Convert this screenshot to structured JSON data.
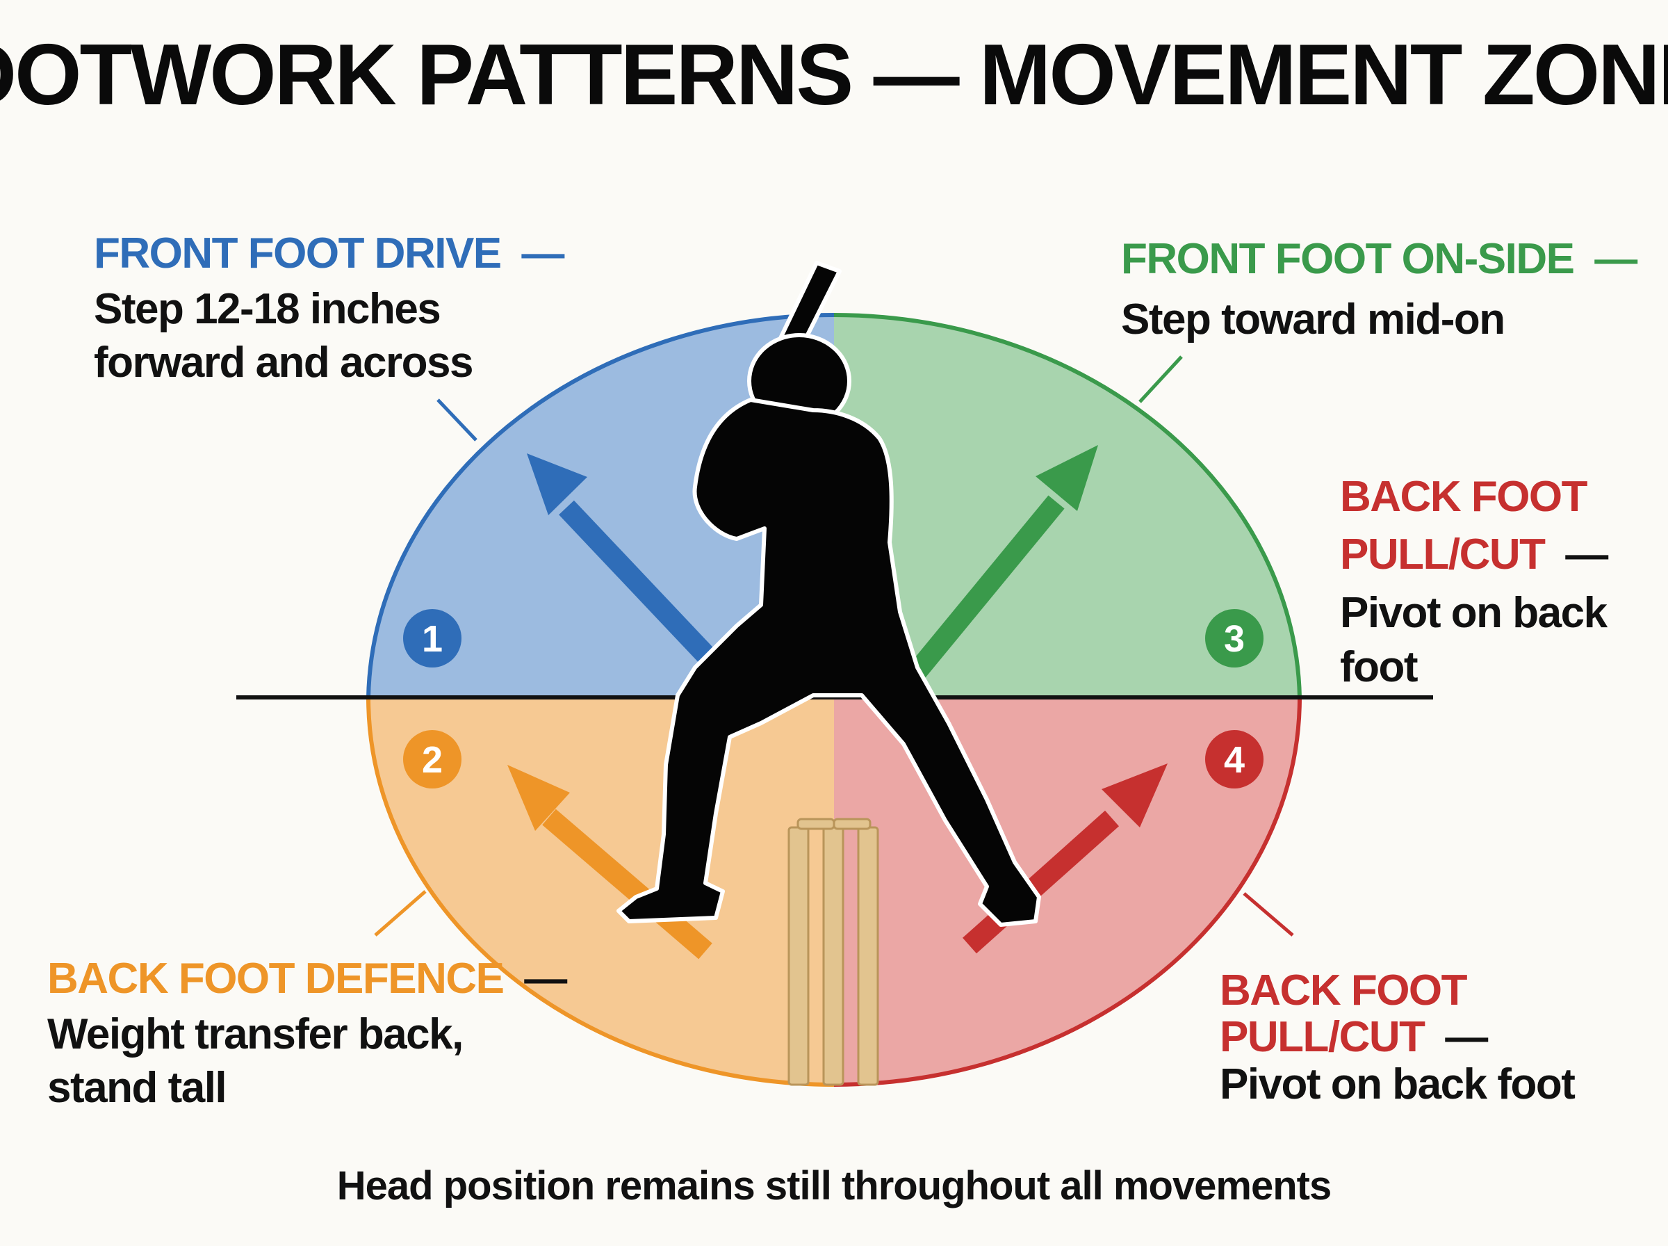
{
  "title": "FOOTWORK PATTERNS — MOVEMENT ZONES",
  "colors": {
    "blue": "#2f6db8",
    "blue_fill": "#9cbbe0",
    "green": "#3a9a4b",
    "green_fill": "#a8d4ae",
    "orange": "#ee9528",
    "orange_fill": "#f6c993",
    "red": "#c6302f",
    "red_fill": "#eba7a5",
    "stumps": "#e2c48f"
  },
  "zones": {
    "front_foot_drive": {
      "number": "1",
      "heading": "FRONT FOOT DRIVE",
      "dash": "—",
      "line1": "Step 12-18 inches",
      "line2": "forward and across"
    },
    "back_foot_defence": {
      "number": "2",
      "heading": "BACK FOOT DEFENCE",
      "dash": "—",
      "line1": "Weight transfer back,",
      "line2": "stand tall"
    },
    "front_foot_on_side": {
      "number": "3",
      "heading": "FRONT FOOT ON-SIDE",
      "dash": "—",
      "line1": "Step toward mid-on"
    },
    "back_foot_pull_cut_upper": {
      "heading_line1": "BACK FOOT",
      "heading_line2": "PULL/CUT",
      "dash": "—",
      "line1": "Pivot on back",
      "line2": "foot"
    },
    "back_foot_pull_cut_lower": {
      "number": "4",
      "heading_line1": "BACK FOOT",
      "heading_line2": "PULL/CUT",
      "dash": "—",
      "line1": "Pivot on back foot"
    }
  },
  "footer": "Head position remains still throughout all movements"
}
